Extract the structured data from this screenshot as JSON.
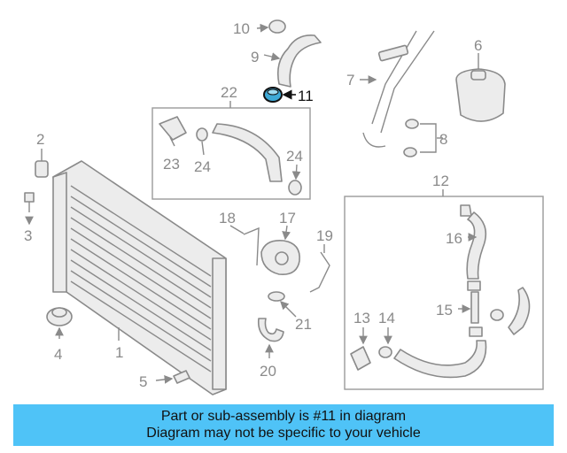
{
  "colors": {
    "highlight_part": "#3ea9d6",
    "banner_bg": "#4fc3f7",
    "line_gray": "#8a8a8a"
  },
  "callouts": {
    "c1": "1",
    "c2": "2",
    "c3": "3",
    "c4": "4",
    "c5": "5",
    "c6": "6",
    "c7": "7",
    "c8": "8",
    "c9": "9",
    "c10": "10",
    "c11": "11",
    "c12": "12",
    "c13": "13",
    "c14": "14",
    "c15": "15",
    "c16": "16",
    "c17": "17",
    "c18": "18",
    "c19": "19",
    "c20": "20",
    "c21": "21",
    "c22": "22",
    "c23": "23",
    "c24a": "24",
    "c24b": "24"
  },
  "highlighted_part": "11",
  "banner": {
    "line1": "Part or sub-assembly is #11 in diagram",
    "line2": "Diagram may not be specific to your vehicle"
  }
}
